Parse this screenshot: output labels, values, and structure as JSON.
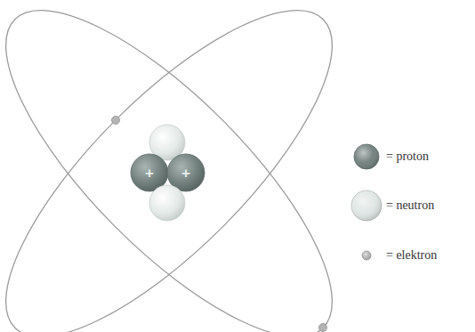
{
  "diagram": {
    "labels": [
      "+",
      "+"
    ],
    "legend": [
      {
        "text": "= proton",
        "color": "#6f7e7b"
      },
      {
        "text": "= neutron",
        "color": "#dfe6e4"
      },
      {
        "text": "= elektron",
        "color": "#b4b4b4"
      }
    ]
  }
}
